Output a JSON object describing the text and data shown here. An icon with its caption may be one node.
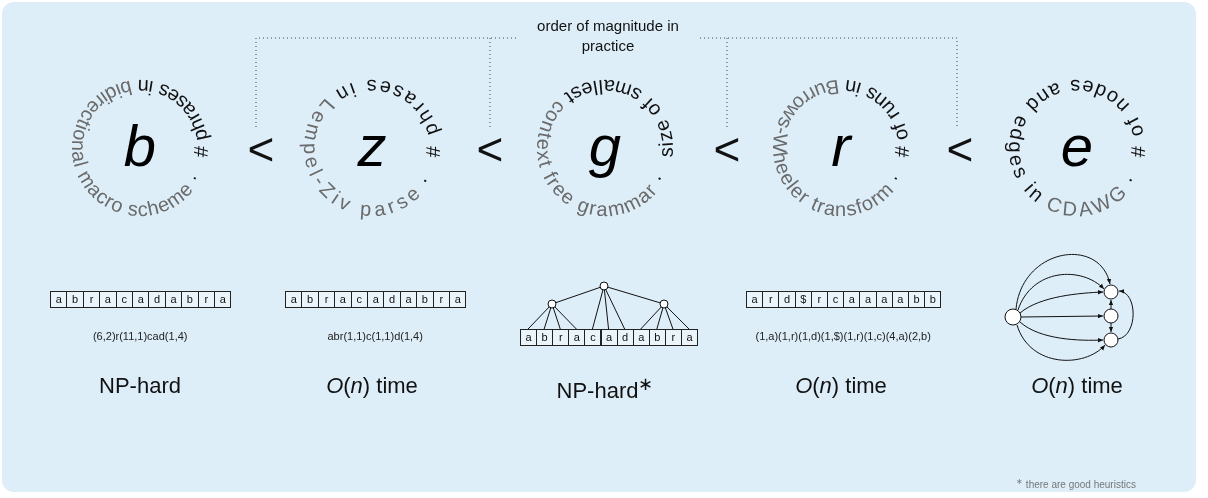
{
  "diagram": {
    "nodes": [
      {
        "text": [
          "b",
          "# phrases in",
          "bidirectional macro scheme",
          "·"
        ]
      },
      {
        "text": [
          "z",
          "# phrases in",
          "Lempel-Ziv parse",
          "·"
        ]
      },
      {
        "text": [
          "g",
          "size of smallest",
          "context free grammar",
          "·"
        ]
      },
      {
        "text": [
          "r",
          "# of runs in",
          "Burrows-Wheeler transform",
          "·"
        ]
      },
      {
        "text": [
          "e",
          "# of nodes and edges in",
          "CDAWG",
          "·"
        ]
      },
      {
        "text": [
          "a",
          "b",
          "r",
          "a",
          "c",
          "a",
          "d",
          "a",
          "b",
          "r",
          "a"
        ],
        "beside": [
          "(6,2)r(11,1)cad(1,4)"
        ]
      },
      {
        "text": [
          "a",
          "b",
          "r",
          "a",
          "c",
          "a",
          "d",
          "a",
          "b",
          "r",
          "a"
        ],
        "beside": [
          "abr(1,1)c(1,1)d(1,4)"
        ]
      },
      {
        "text": [
          "a",
          "b",
          "r",
          "a",
          "c",
          "a",
          "d",
          "a",
          "b",
          "r",
          "a"
        ]
      },
      {
        "text": [
          "a",
          "r",
          "d",
          "$",
          "r",
          "c",
          "a",
          "a",
          "a",
          "a",
          "b",
          "b"
        ],
        "beside": [
          "(1,a)(1,r)(1,d)(1,$)(1,r)(1,c)(4,a)(2,b)"
        ]
      }
    ],
    "labels": [
      "order of magnitude in practice",
      "<",
      "<",
      "<",
      "<",
      "NP-hard",
      "*O*(*n*) time",
      "NP-hard$^{∗}$",
      "*O*(*n*) time",
      "*O*(*n*) time",
      "$^{∗}$ there are good heuristics"
    ]
  }
}
